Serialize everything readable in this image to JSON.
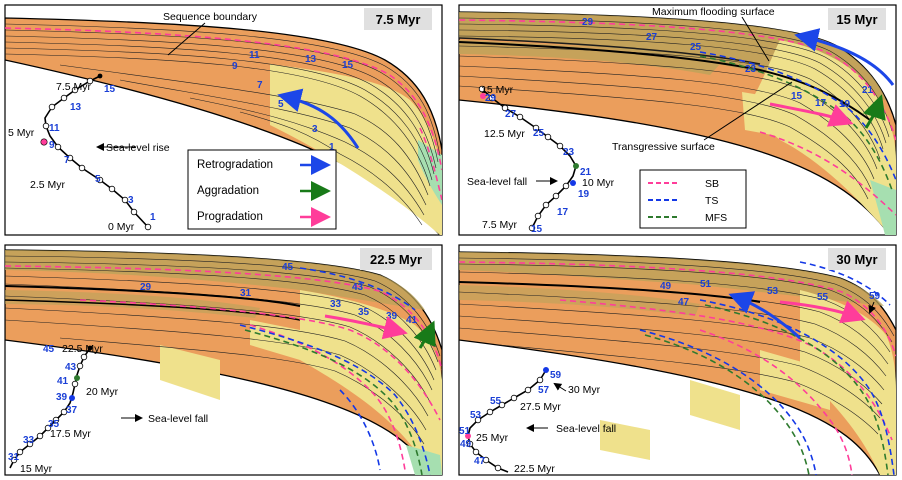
{
  "colors": {
    "sand": "#efe18c",
    "orange": "#eb9e5c",
    "olive": "#b9a35a",
    "green": "#a6dfb0",
    "sb": "#ff3d9a",
    "ts": "#1438e6",
    "mfs": "#2e7a2e",
    "retro": "#1c46e8",
    "aggr": "#187a18",
    "prog": "#ff3d9a"
  },
  "panels": [
    {
      "title": "7.5 Myr",
      "numbers": [
        "1",
        "3",
        "5",
        "7",
        "9",
        "11",
        "13",
        "15"
      ],
      "curve": {
        "labels": [
          "7.5 Myr",
          "5 Myr",
          "2.5 Myr",
          "0 Myr"
        ],
        "numbers": [
          "15",
          "13",
          "11",
          "9",
          "7",
          "5",
          "3",
          "1"
        ],
        "arrow_text": "Sea-level rise"
      },
      "annotations": [
        "Sequence boundary"
      ]
    },
    {
      "title": "15 Myr",
      "numbers": [
        "29",
        "27",
        "25",
        "23",
        "21",
        "19",
        "17",
        "15"
      ],
      "curve": {
        "labels": [
          "15 Myr",
          "12.5 Myr",
          "10 Myr",
          "7.5 Myr"
        ],
        "numbers": [
          "29",
          "27",
          "25",
          "23",
          "21",
          "19",
          "17",
          "15"
        ],
        "arrow_text": "Sea-level fall"
      },
      "annotations": [
        "Maximum flooding surface",
        "Transgressive surface"
      ]
    },
    {
      "title": "22.5 Myr",
      "numbers": [
        "45",
        "43",
        "41",
        "39",
        "35",
        "33",
        "31",
        "29"
      ],
      "curve": {
        "labels": [
          "22.5 Myr",
          "20 Myr",
          "17.5 Myr",
          "15 Myr"
        ],
        "numbers": [
          "45",
          "43",
          "41",
          "39",
          "37",
          "35",
          "33",
          "31"
        ],
        "arrow_text": "Sea-level fall"
      }
    },
    {
      "title": "30 Myr",
      "numbers": [
        "59",
        "55",
        "53",
        "51",
        "49",
        "47"
      ],
      "curve": {
        "labels": [
          "30 Myr",
          "27.5 Myr",
          "25 Myr",
          "22.5 Myr"
        ],
        "numbers": [
          "59",
          "57",
          "55",
          "53",
          "51",
          "49",
          "47"
        ],
        "arrow_text": "Sea-level fall"
      }
    }
  ],
  "legend_trends": {
    "items": [
      "Retrogradation",
      "Aggradation",
      "Progradation"
    ]
  },
  "legend_surfaces": {
    "items": [
      "SB",
      "TS",
      "MFS"
    ]
  }
}
